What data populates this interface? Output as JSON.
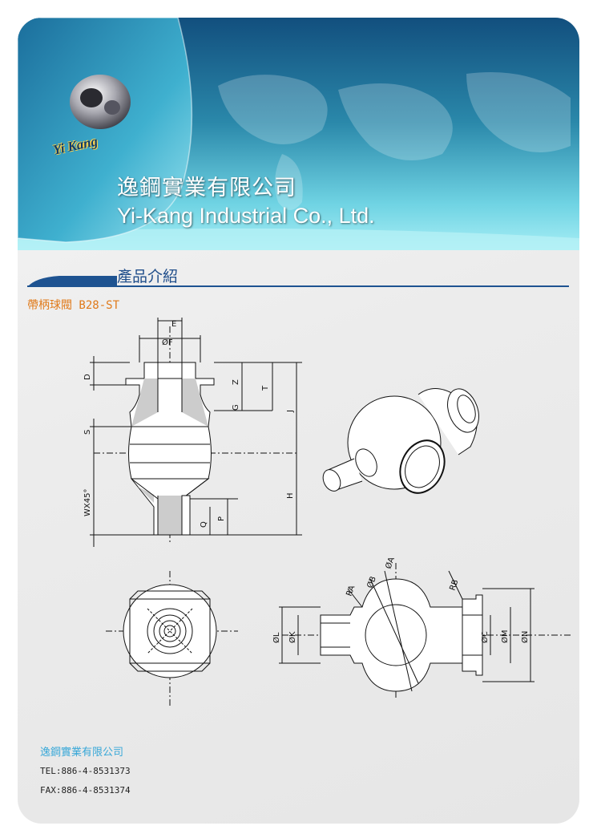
{
  "company": {
    "name_zh": "逸鋼實業有限公司",
    "name_en": "Yi-Kang Industrial Co., Ltd.",
    "logo_text": "Yi Kang"
  },
  "section": {
    "title": "產品介紹"
  },
  "product": {
    "title": "帶柄球閥 B28-ST"
  },
  "dimensions": {
    "E": "E",
    "F": "ØF",
    "D": "D",
    "Z": "Z",
    "T": "T",
    "G": "G",
    "J": "J",
    "S": "S",
    "H": "H",
    "W": "WX45°",
    "P": "P",
    "Q": "Q",
    "A": "ØA",
    "B": "ØB",
    "RA": "RA",
    "RB": "RB",
    "L": "ØL",
    "K": "ØK",
    "C": "ØC",
    "M": "ØM",
    "N": "ØN"
  },
  "footer": {
    "name": "逸鋼實業有限公司",
    "tel": "TEL:886-4-8531373",
    "fax": "FAX:886-4-8531374"
  },
  "colors": {
    "banner_dark": "#1b5f8f",
    "banner_light": "#8fe3ee",
    "section_blue": "#1e5391",
    "product_orange": "#e07a1a",
    "footer_cyan": "#39a8d8"
  }
}
